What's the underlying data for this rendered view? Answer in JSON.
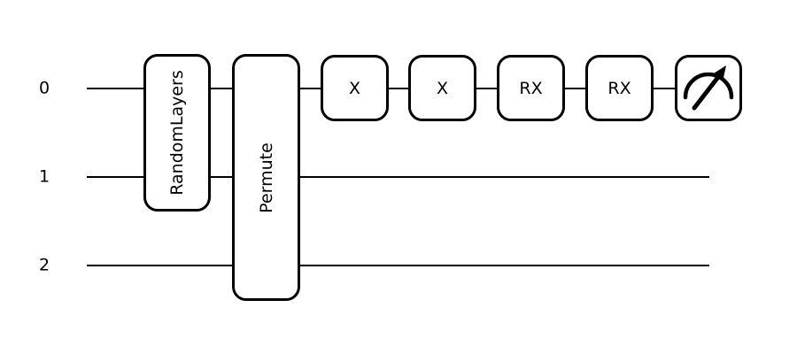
{
  "circuit": {
    "type": "quantum-circuit-diagram",
    "background_color": "#ffffff",
    "line_color": "#000000",
    "wires": [
      {
        "label": "0"
      },
      {
        "label": "1"
      },
      {
        "label": "2"
      }
    ],
    "gates": [
      {
        "label": "RandomLayers",
        "wires": "0-1",
        "column": 1,
        "orientation": "vertical-text"
      },
      {
        "label": "Permute",
        "wires": "0-2",
        "column": 2,
        "orientation": "vertical-text"
      },
      {
        "label": "X",
        "wires": "0",
        "column": 3
      },
      {
        "label": "X",
        "wires": "0",
        "column": 4
      },
      {
        "label": "RX",
        "wires": "0",
        "column": 5
      },
      {
        "label": "RX",
        "wires": "0",
        "column": 6
      }
    ],
    "measurement": {
      "wire": "0",
      "icon": "measurement-gauge-icon",
      "column": 7
    }
  }
}
